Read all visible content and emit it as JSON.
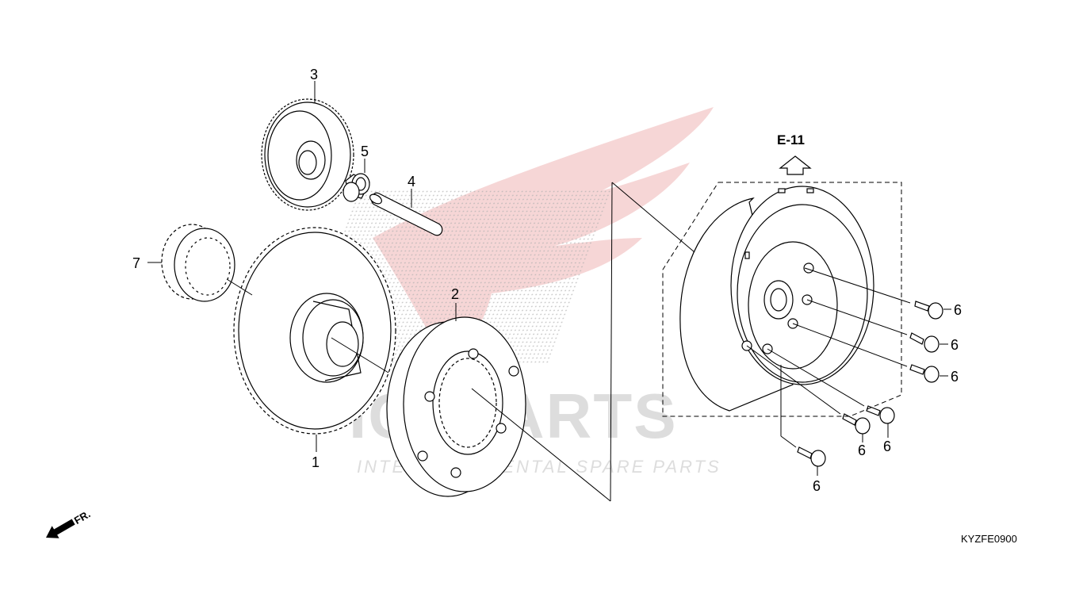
{
  "watermark": {
    "brand": "ICSPARTS",
    "tagline": "INTERCONTINENTAL SPARE PARTS",
    "color": "#e8a0a0"
  },
  "reference": {
    "label": "E-11"
  },
  "direction": {
    "label": "FR."
  },
  "diagram_code": "KYZFE0900",
  "callouts": {
    "c1": "1",
    "c2": "2",
    "c3": "3",
    "c4": "4",
    "c5": "5",
    "c6a": "6",
    "c6b": "6",
    "c6c": "6",
    "c6d": "6",
    "c6e": "6",
    "c6f": "6",
    "c7": "7"
  },
  "colors": {
    "line": "#000000",
    "watermark_text": "#dddddd",
    "watermark_wing": "#f2c4c4"
  }
}
